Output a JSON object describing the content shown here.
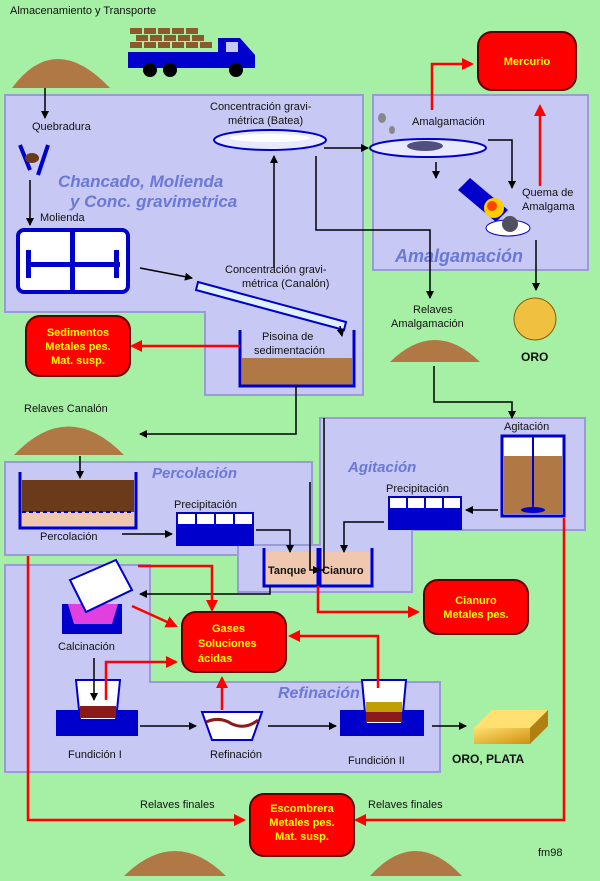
{
  "labels": {
    "almacenamiento": "Almacenamiento y Transporte",
    "quebradura": "Quebradura",
    "molienda": "Molienda",
    "conc_batea_1": "Concentración gravi-",
    "conc_batea_2": "métrica (Batea)",
    "conc_canalon_1": "Concentración gravi-",
    "conc_canalon_2": "métrica (Canalón)",
    "piscina_1": "Pisoina de",
    "piscina_2": "sedimentación",
    "amalgamacion_step": "Amalgamación",
    "quema_1": "Quema de",
    "quema_2": "Amalgama",
    "relaves_amalg_1": "Relaves",
    "relaves_amalg_2": "Amalgamación",
    "oro": "ORO",
    "relaves_canalon": "Relaves Canalón",
    "agitacion_step": "Agitación",
    "precipitacion_left": "Precipitación",
    "precipitacion_right": "Precipitación",
    "percolacion_step": "Percolación",
    "tanque": "Tanque",
    "cianuro": "Cianuro",
    "calcinacion": "Calcinación",
    "fundicion_1": "Fundición I",
    "refinacion_step": "Refinación",
    "fundicion_2": "Fundición II",
    "oro_plata": "ORO, PLATA",
    "relaves_finales_left": "Relaves finales",
    "relaves_finales_right": "Relaves finales",
    "signature": "fm98"
  },
  "sections": {
    "chancado_1": "Chancado, Molienda",
    "chancado_2": "y Conc. gravimetrica",
    "amalgamacion": "Amalgamación",
    "percolacion": "Percolación",
    "agitacion": "Agitación",
    "refinacion": "Refinación"
  },
  "red_boxes": {
    "mercurio": [
      "Mercurio"
    ],
    "sedimentos": [
      "Sedimentos",
      "Metales pes.",
      "Mat. susp."
    ],
    "cianuro": [
      "Cianuro",
      "Metales pes."
    ],
    "gases": [
      "Gases",
      "Soluciones",
      "ácidas"
    ],
    "escombrera": [
      "Escombrera",
      "Metales pes.",
      "Mat. susp."
    ]
  },
  "colors": {
    "background": "#a6f0a6",
    "panel": "#c8c8f4",
    "panel_border": "#9a9ad8",
    "section_title": "#6a78d8",
    "red_box": "#ff0000",
    "red_text": "#ffff00",
    "flow_red": "#ff0000",
    "flow_black": "#000000",
    "sediment": "#b07844",
    "equipment_blue": "#0000cc",
    "gold": "#f0c040"
  }
}
